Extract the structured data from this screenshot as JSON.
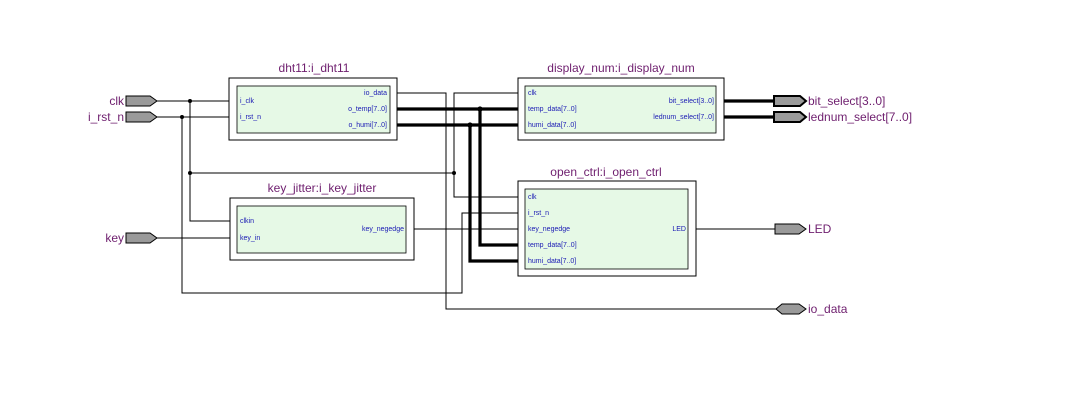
{
  "blocks": {
    "dht11": {
      "title": "dht11:i_dht11",
      "in_ports": [
        "i_clk",
        "i_rst_n"
      ],
      "out_ports": [
        "io_data",
        "o_temp[7..0]",
        "o_humi[7..0]"
      ]
    },
    "display": {
      "title": "display_num:i_display_num",
      "in_ports": [
        "clk",
        "temp_data[7..0]",
        "humi_data[7..0]"
      ],
      "out_ports": [
        "bit_select[3..0]",
        "lednum_select[7..0]"
      ]
    },
    "keyjitter": {
      "title": "key_jitter:i_key_jitter",
      "in_ports": [
        "clkin",
        "key_in"
      ],
      "out_ports": [
        "key_negedge"
      ]
    },
    "openctrl": {
      "title": "open_ctrl:i_open_ctrl",
      "in_ports": [
        "clk",
        "i_rst_n",
        "key_negedge",
        "temp_data[7..0]",
        "humi_data[7..0]"
      ],
      "out_ports": [
        "LED"
      ]
    }
  },
  "pins": {
    "inputs": [
      "clk",
      "i_rst_n",
      "key"
    ],
    "outputs": [
      "bit_select[3..0]",
      "lednum_select[7..0]",
      "LED"
    ],
    "bidir": [
      "io_data"
    ]
  },
  "colors": {
    "block_fill": "#e6f9e6",
    "title": "#6e1e6e",
    "port_label": "#1a1ab4",
    "pin_fill": "#9a9a9a"
  }
}
